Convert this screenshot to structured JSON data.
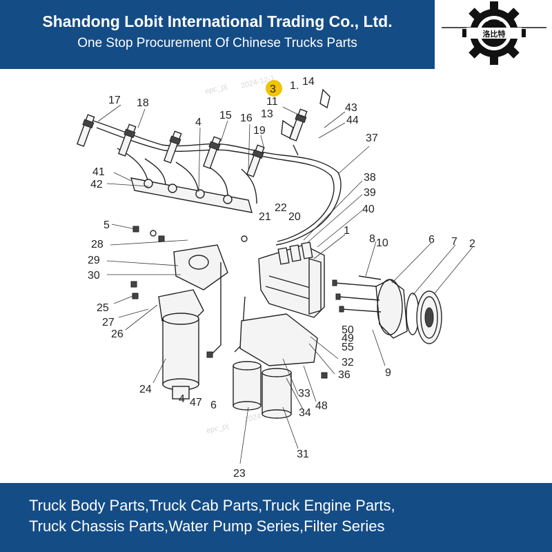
{
  "header": {
    "company_name": "Shandong Lobit International Trading Co., Ltd.",
    "tagline": "One Stop Procurement Of Chinese Trucks Parts"
  },
  "logo": {
    "text": "洛比特",
    "icon": "gear-icon",
    "color": "#111111"
  },
  "footer": {
    "line1": "Truck Body Parts,Truck Cab Parts,Truck Engine Parts,",
    "line2": "Truck Chassis Parts,Water Pump Series,Filter Series"
  },
  "colors": {
    "banner": "#144c86",
    "highlight": "#f2c300"
  },
  "diagram": {
    "watermarks": [
      "epc_pj",
      "2024-12-1",
      "epc_pj",
      "2024-12-1"
    ],
    "callouts": [
      {
        "id": "c1",
        "text": "1"
      },
      {
        "id": "c1b",
        "text": "1."
      },
      {
        "id": "c2",
        "text": "2"
      },
      {
        "id": "c3",
        "text": "3"
      },
      {
        "id": "c4a",
        "text": "4"
      },
      {
        "id": "c4b",
        "text": "4"
      },
      {
        "id": "c5",
        "text": "5"
      },
      {
        "id": "c6a",
        "text": "6"
      },
      {
        "id": "c6b",
        "text": "6"
      },
      {
        "id": "c7",
        "text": "7"
      },
      {
        "id": "c8",
        "text": "8"
      },
      {
        "id": "c9",
        "text": "9"
      },
      {
        "id": "c10",
        "text": "10"
      },
      {
        "id": "c11",
        "text": "11"
      },
      {
        "id": "c13",
        "text": "13"
      },
      {
        "id": "c14",
        "text": "14"
      },
      {
        "id": "c15",
        "text": "15"
      },
      {
        "id": "c16",
        "text": "16"
      },
      {
        "id": "c17",
        "text": "17"
      },
      {
        "id": "c18",
        "text": "18"
      },
      {
        "id": "c19",
        "text": "19"
      },
      {
        "id": "c20",
        "text": "20"
      },
      {
        "id": "c21",
        "text": "21"
      },
      {
        "id": "c22",
        "text": "22"
      },
      {
        "id": "c23",
        "text": "23"
      },
      {
        "id": "c24",
        "text": "24"
      },
      {
        "id": "c25",
        "text": "25"
      },
      {
        "id": "c26",
        "text": "26"
      },
      {
        "id": "c27",
        "text": "27"
      },
      {
        "id": "c28",
        "text": "28"
      },
      {
        "id": "c29",
        "text": "29"
      },
      {
        "id": "c30",
        "text": "30"
      },
      {
        "id": "c31",
        "text": "31"
      },
      {
        "id": "c32",
        "text": "32"
      },
      {
        "id": "c33",
        "text": "33"
      },
      {
        "id": "c34",
        "text": "34"
      },
      {
        "id": "c36",
        "text": "36"
      },
      {
        "id": "c37",
        "text": "37"
      },
      {
        "id": "c38",
        "text": "38"
      },
      {
        "id": "c39",
        "text": "39"
      },
      {
        "id": "c40",
        "text": "40"
      },
      {
        "id": "c41",
        "text": "41"
      },
      {
        "id": "c42",
        "text": "42"
      },
      {
        "id": "c43",
        "text": "43"
      },
      {
        "id": "c44",
        "text": "44"
      },
      {
        "id": "c47",
        "text": "47"
      },
      {
        "id": "c48",
        "text": "48"
      },
      {
        "id": "c49",
        "text": "49"
      },
      {
        "id": "c50",
        "text": "50"
      },
      {
        "id": "c55",
        "text": "55"
      }
    ]
  }
}
